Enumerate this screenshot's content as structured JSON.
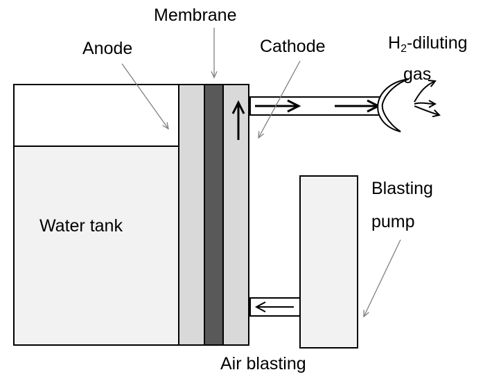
{
  "labels": {
    "membrane": "Membrane",
    "anode": "Anode",
    "cathode": "Cathode",
    "h2_prefix": "H",
    "h2_sub": "2",
    "h2_suffix": "-diluting",
    "gas": "gas",
    "blasting": "Blasting",
    "pump": "pump",
    "water_tank": "Water tank",
    "air_blasting": "Air blasting"
  },
  "colors": {
    "outline": "#000000",
    "tank_fill": "#f2f2f2",
    "electrode_fill": "#d9d9d9",
    "membrane_fill": "#595959",
    "pump_fill": "#f2f2f2",
    "pointer_line": "#7f7f7f"
  }
}
